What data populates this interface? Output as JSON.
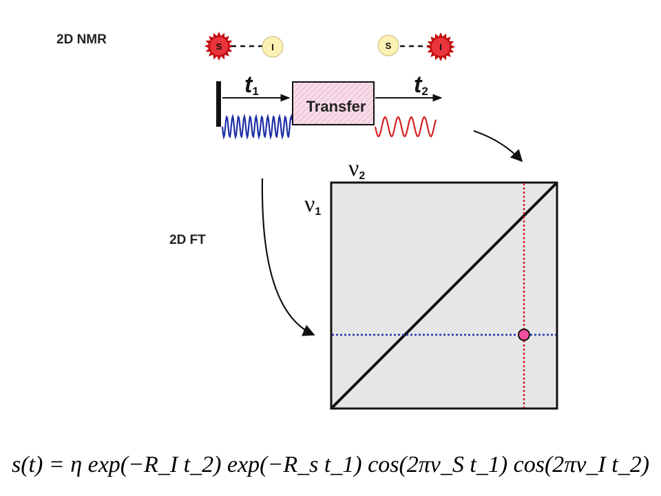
{
  "title": "2D NMR",
  "fourier_label": "2D FT",
  "transfer_label": "Transfer",
  "time_labels": {
    "t1_var": "t",
    "t1_sub": "1",
    "t2_var": "t",
    "t2_sub": "2"
  },
  "frequency_labels": {
    "nu2_sym": "ν",
    "nu2_sub": "2",
    "nu1_sym": "ν",
    "nu1_sub": "1"
  },
  "spin_pairs": [
    {
      "left": "S",
      "right": "I",
      "excited": "S"
    },
    {
      "left": "S",
      "right": "I",
      "excited": "I"
    }
  ],
  "formula": "s(t) = η exp(−R_I t_2) exp(−R_s t_1) cos(2πν_S t_1) cos(2πν_I t_2)",
  "colors": {
    "excited_spin": "#e8343a",
    "excited_spin_rim": "#c41010",
    "ground_spin": "#fbf1b4",
    "t1_wave": "#1d2fa6",
    "t2_wave": "#d42020",
    "transfer_fill": "#f6dce8",
    "spectrum_bg": "#e6e6e6",
    "crosspeak": "#f24fa0",
    "v_line": "#d42020",
    "h_line": "#2030b0"
  }
}
